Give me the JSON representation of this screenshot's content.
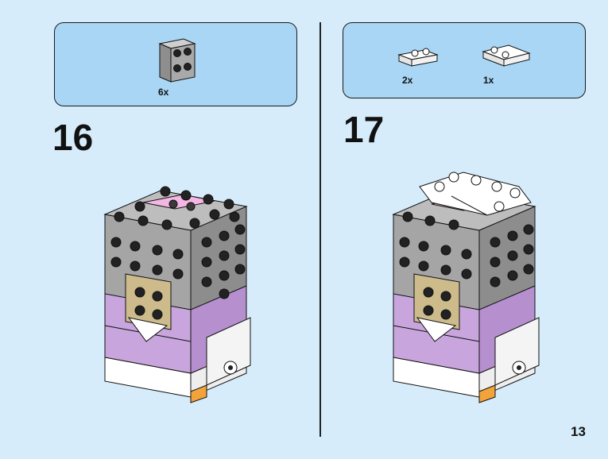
{
  "page_number": "13",
  "steps": [
    {
      "number": "16",
      "parts": [
        {
          "name": "gray-2x2-brick-icon",
          "qty": "6x"
        }
      ]
    },
    {
      "number": "17",
      "parts": [
        {
          "name": "white-1x2-plate-icon",
          "qty": "2x"
        },
        {
          "name": "white-2x2-plate-icon",
          "qty": "1x"
        }
      ]
    }
  ],
  "colors": {
    "background": "#d6ecfa",
    "parts_box": "#a9d6f5",
    "gray": "#a5a5a5",
    "lavender": "#c8a6dd",
    "pink": "#f4b6e2",
    "tan": "#cdbb8c",
    "orange": "#f2a33a"
  }
}
